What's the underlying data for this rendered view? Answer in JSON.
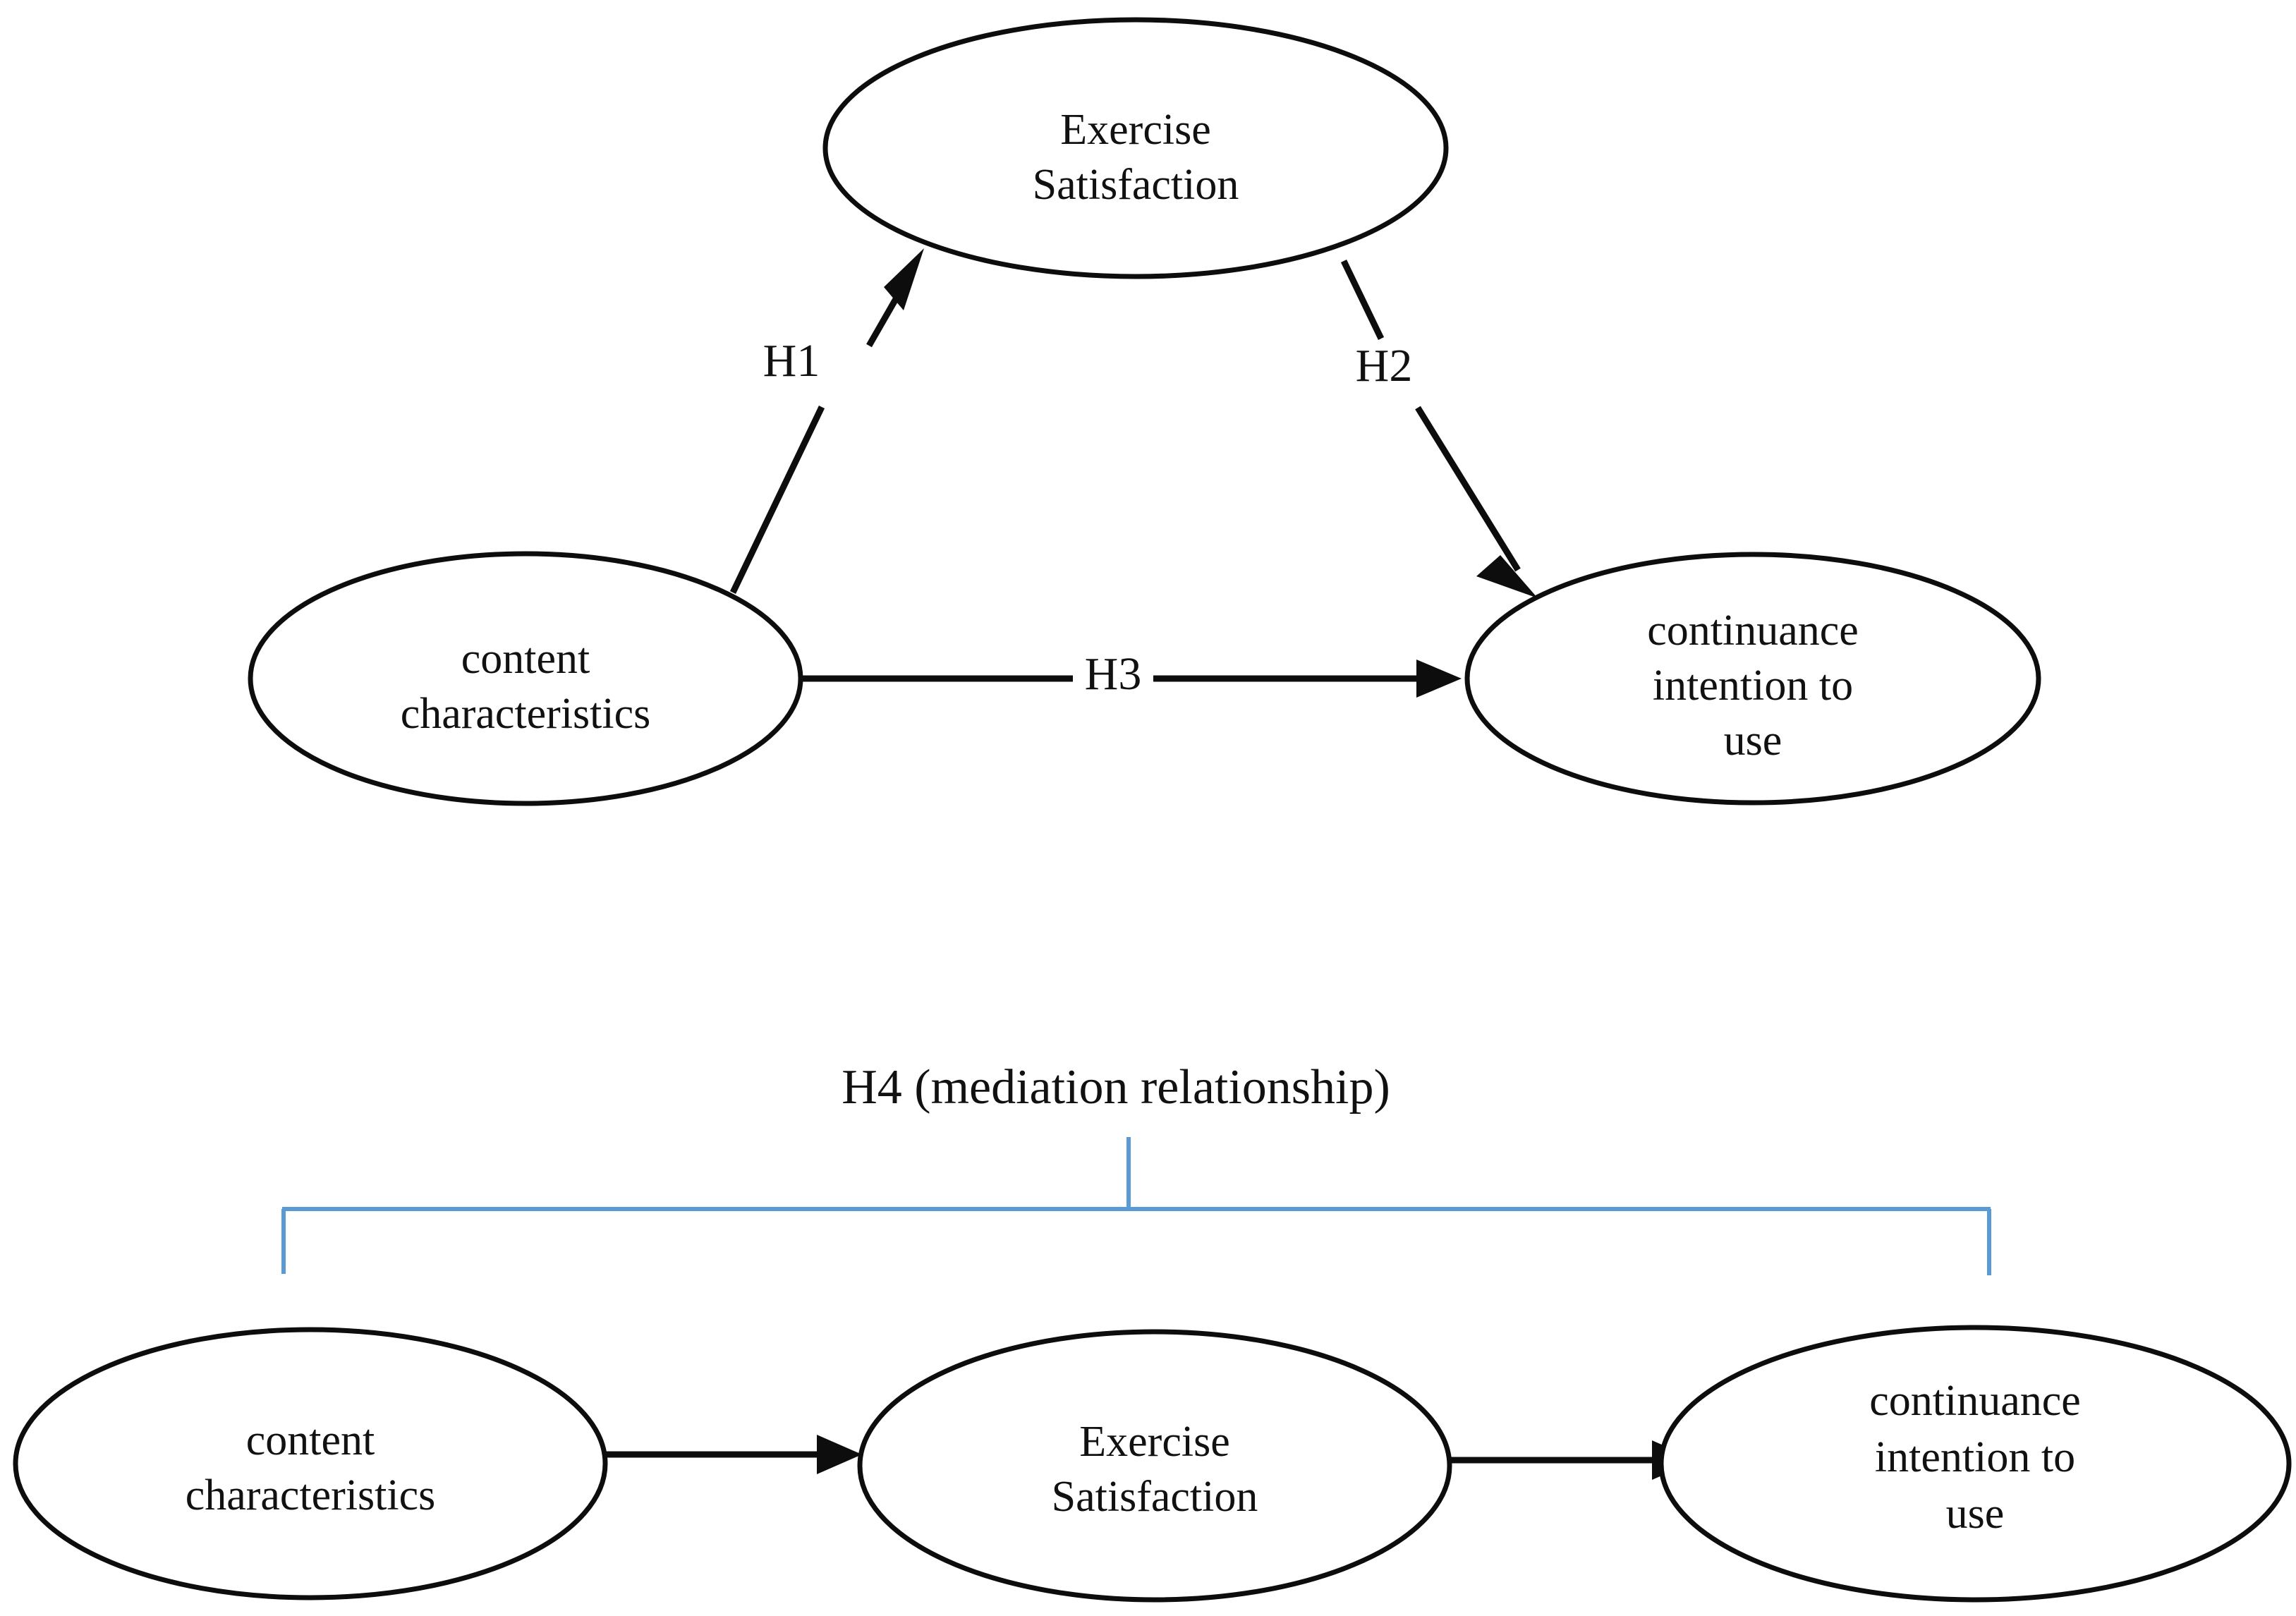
{
  "diagram": {
    "type": "conceptual-model",
    "background_color": "#ffffff",
    "node_stroke_color": "#0d0d0d",
    "edge_color": "#0d0d0d",
    "bracket_color": "#5b9bd5",
    "panels": {
      "top": {
        "name": "direct-effects-model",
        "nodes": {
          "exercise_satisfaction": {
            "line1": "Exercise",
            "line2": "Satisfaction"
          },
          "content_characteristics": {
            "line1": "content",
            "line2": "characteristics"
          },
          "continuance_intention": {
            "line1": "continuance",
            "line2": "intention to",
            "line3": "use"
          }
        },
        "edges": {
          "h1": {
            "label": "H1",
            "from": "content characteristics",
            "to": "Exercise Satisfaction"
          },
          "h2": {
            "label": "H2",
            "from": "Exercise Satisfaction",
            "to": "continuance intention to use"
          },
          "h3": {
            "label": "H3",
            "from": "content characteristics",
            "to": "continuance intention to use"
          }
        }
      },
      "bottom": {
        "name": "mediation-model",
        "caption": "H4 (mediation relationship)",
        "nodes": {
          "content_characteristics": {
            "line1": "content",
            "line2": "characteristics"
          },
          "exercise_satisfaction": {
            "line1": "Exercise",
            "line2": "Satisfaction"
          },
          "continuance_intention": {
            "line1": "continuance",
            "line2": "intention to",
            "line3": "use"
          }
        },
        "edges": {
          "e1": {
            "from": "content characteristics",
            "to": "Exercise Satisfaction"
          },
          "e2": {
            "from": "Exercise Satisfaction",
            "to": "continuance intention to use"
          }
        }
      }
    }
  }
}
